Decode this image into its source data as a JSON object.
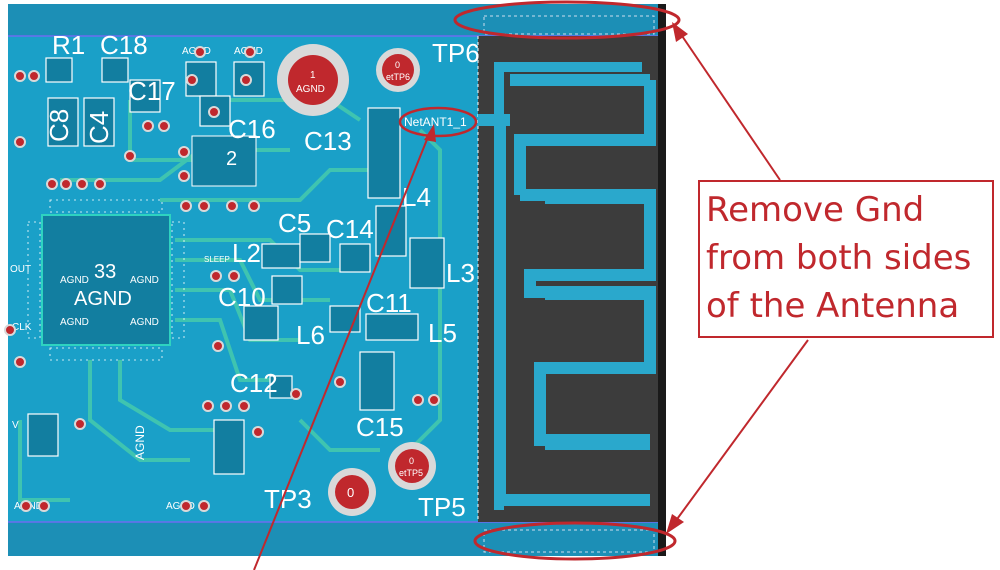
{
  "colors": {
    "board": "#1aa0c8",
    "board_dark": "#127ea0",
    "trace": "#3fc4b0",
    "antenna_copper": "#3c3c3c",
    "annotation": "#c0282d",
    "silkscreen": "#ffffff",
    "pad": "#d9d9d9",
    "via": "#c0282d"
  },
  "designators": {
    "r1": "R1",
    "c18": "C18",
    "c17": "C17",
    "c16": "C16",
    "c8": "C8",
    "c4": "C4",
    "c13": "C13",
    "c5": "C5",
    "c14": "C14",
    "l2": "L2",
    "l4": "L4",
    "l3": "L3",
    "c10": "C10",
    "l6": "L6",
    "c11": "C11",
    "l5": "L5",
    "c12": "C12",
    "c15": "C15",
    "tp6": "TP6",
    "tp3": "TP3",
    "tp5": "TP5",
    "u2": "2",
    "u33": "33"
  },
  "net_labels": {
    "net_ant": "NetANT1_1",
    "agnd_main": "AGND",
    "agnd": "AGND",
    "tp6_pad": "etTP6",
    "tp5_pad": "etTP5",
    "pad_zero": "0",
    "pad_one": "1",
    "out": "OUT",
    "clk": "CLK",
    "v": "V",
    "sleep": "SLEEP"
  },
  "annotation": {
    "lines": [
      "Remove Gnd",
      "from both sides",
      "of the Antenna"
    ]
  }
}
